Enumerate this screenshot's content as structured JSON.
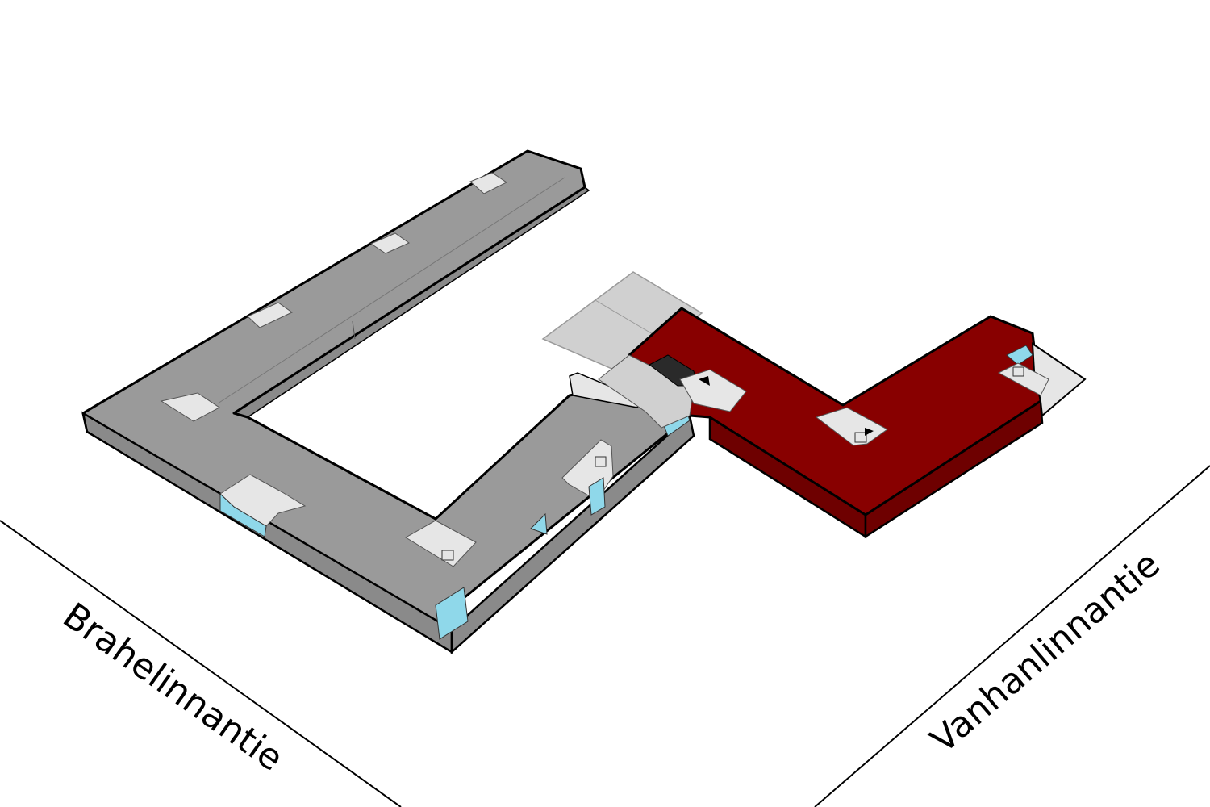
{
  "streets": {
    "left": "Brahelinnantie",
    "right": "Vanhanlinnantie"
  },
  "colors": {
    "background": "#ffffff",
    "outline": "#000000",
    "building_top": "#9a9a9a",
    "building_side": "#8a8a8a",
    "highlight_top": "#880000",
    "highlight_side": "#6e0000",
    "stair_core": "#e6e6e6",
    "glass": "#8fd8ea",
    "canopy": "#d0d0d0",
    "dark_core": "#2a2a2a"
  },
  "highlighted_section": "east wing"
}
